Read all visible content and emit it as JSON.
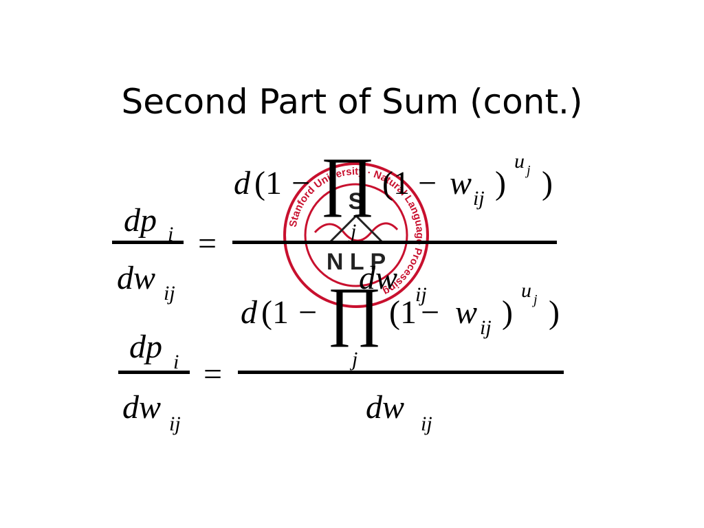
{
  "slide": {
    "title": "Second Part of Sum (cont.)"
  },
  "logo": {
    "ring_text": "Stanford University · Natural Language Processing",
    "initial": "S",
    "acronym": "N L P",
    "color": "#c8102e"
  },
  "equations": [
    {
      "lhs_num_var": "dp",
      "lhs_num_sub": "i",
      "lhs_den_var": "dw",
      "lhs_den_sub": "ij",
      "equals": "=",
      "num_d": "d",
      "num_open": "(1",
      "minus": "−",
      "prod": "∏",
      "prod_index": "j",
      "inner_open": "(1",
      "inner_minus": "−",
      "w": "w",
      "w_sub": "ij",
      "close_paren": ")",
      "exp_u": "u",
      "exp_j": "j",
      "final_paren": ")",
      "rhs_den_var": "dw",
      "rhs_den_sub": "ij"
    },
    {
      "lhs_num_var": "dp",
      "lhs_num_sub": "i",
      "lhs_den_var": "dw",
      "lhs_den_sub": "ij",
      "equals": "=",
      "num_d": "d",
      "num_open": "(1",
      "minus": "−",
      "prod": "∏",
      "prod_index": "j",
      "inner_open": "(1",
      "inner_minus": "−",
      "w": "w",
      "w_sub": "ij",
      "close_paren": ")",
      "exp_u": "u",
      "exp_j": "j",
      "final_paren": ")",
      "rhs_den_var": "dw",
      "rhs_den_sub": "ij"
    }
  ]
}
